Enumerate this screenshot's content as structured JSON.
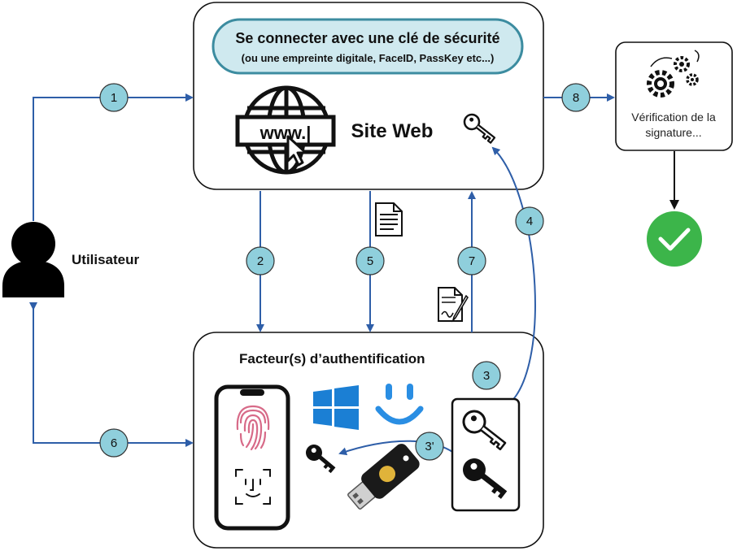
{
  "website": {
    "login_title": "Se connecter avec une clé de sécurité",
    "login_subtitle": "(ou une empreinte digitale, FaceID, PassKey etc...)",
    "url_text": "www.|",
    "label": "Site Web"
  },
  "user": {
    "label": "Utilisateur"
  },
  "auth": {
    "title": "Facteur(s) d’authentification"
  },
  "verification": {
    "line1": "Vérification de la",
    "line2": "signature..."
  },
  "steps": {
    "s1": "1",
    "s2": "2",
    "s3": "3",
    "s3b": "3'",
    "s4": "4",
    "s5": "5",
    "s6": "6",
    "s7": "7",
    "s8": "8"
  },
  "colors": {
    "arrow_blue": "#2e5ea8",
    "badge_fill": "#8fcfdc",
    "banner_fill": "#cfe9ef",
    "banner_stroke": "#3c8ca0",
    "check_green": "#3cb54a",
    "windows_blue": "#1b7fd4",
    "face_blue": "#2a8ee3",
    "fingerprint_pink": "#d76a88",
    "yubikey_gold": "#e0b33a"
  },
  "icons": [
    "globe-www-icon",
    "cursor-icon",
    "key-icon",
    "document-icon",
    "signed-document-icon",
    "user-icon",
    "smartphone-icon",
    "fingerprint-icon",
    "faceid-icon",
    "windows-hello-icon",
    "smiley-icon",
    "yubikey-icon",
    "gears-icon",
    "checkmark-icon"
  ]
}
